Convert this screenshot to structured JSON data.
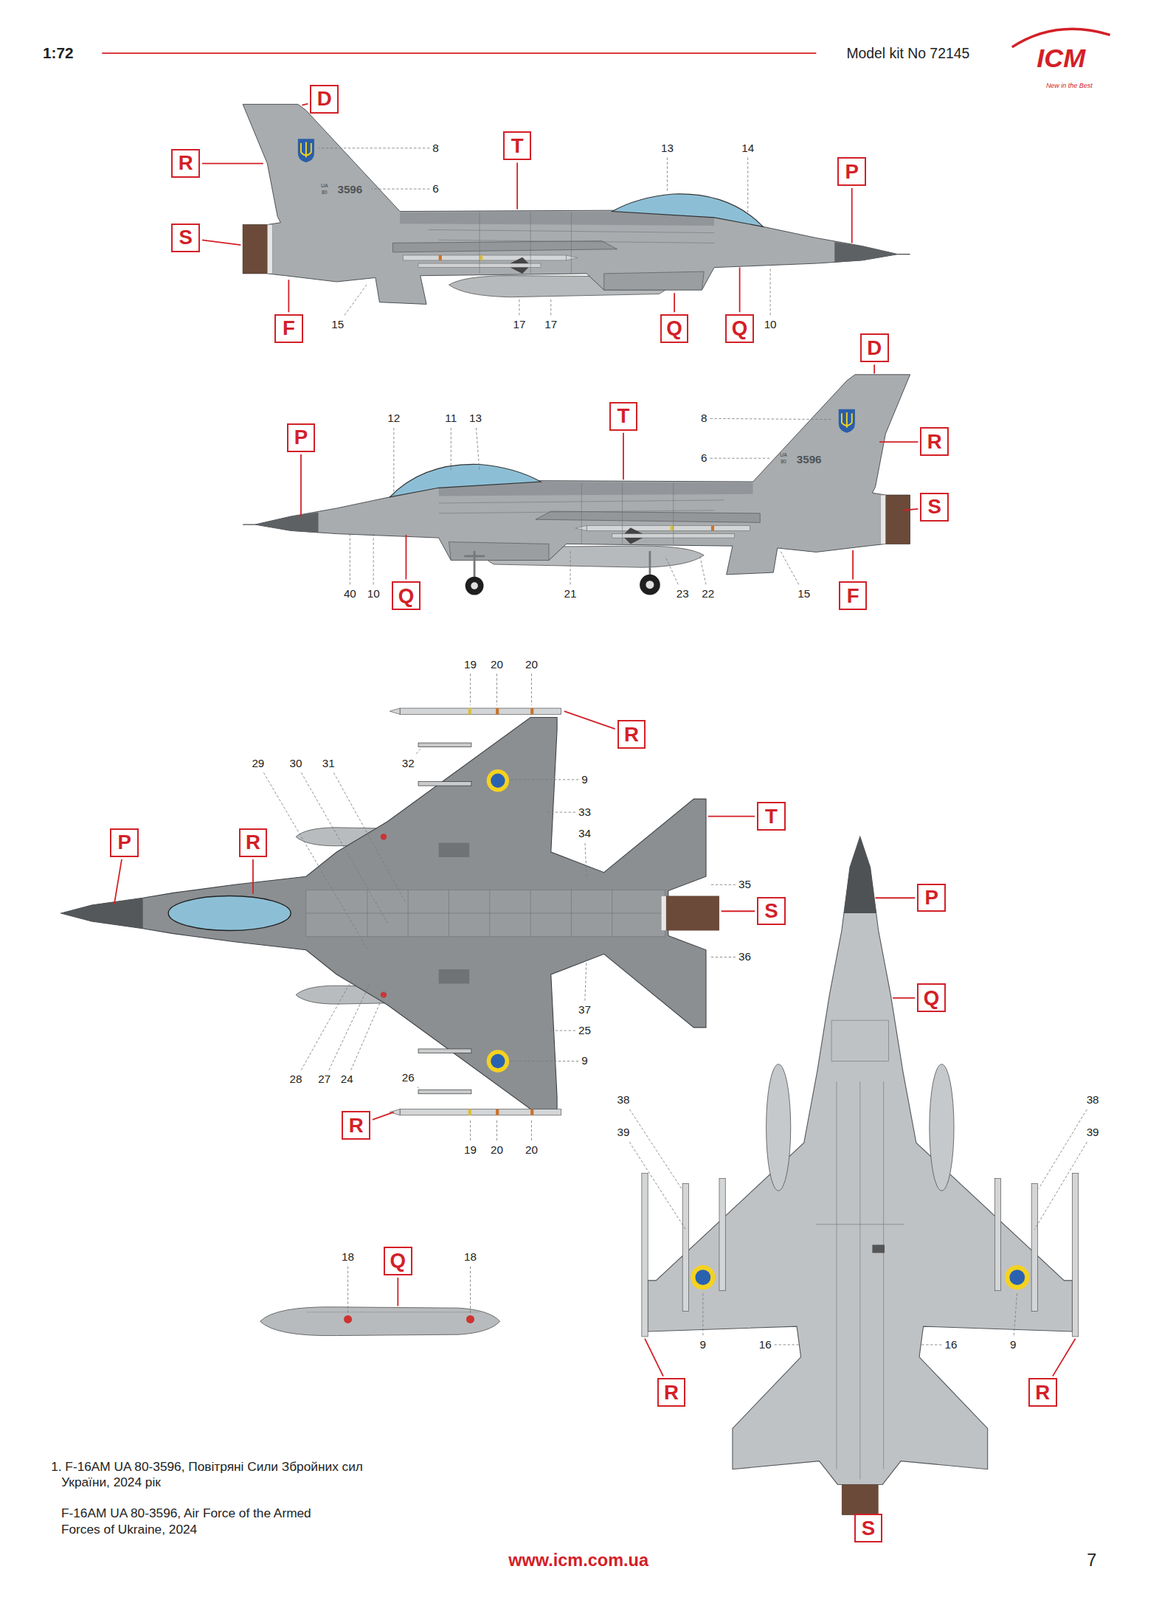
{
  "diagram": {
    "caption": "1. F-16AM UA 80-3596, Повітряні Сили Збройних сил України, 2024 рік",
    "nodes": [
      {
        "text": [
          "D"
        ]
      },
      {
        "text": [
          "R"
        ]
      },
      {
        "text": [
          "T"
        ]
      },
      {
        "text": [
          "P"
        ]
      },
      {
        "text": [
          "S"
        ]
      },
      {
        "text": [
          "F"
        ]
      },
      {
        "text": [
          "Q"
        ]
      },
      {
        "text": [
          "Q"
        ]
      },
      {
        "text": [
          "D"
        ]
      },
      {
        "text": [
          "P"
        ]
      },
      {
        "text": [
          "T"
        ]
      },
      {
        "text": [
          "R"
        ]
      },
      {
        "text": [
          "S"
        ]
      },
      {
        "text": [
          "F"
        ]
      },
      {
        "text": [
          "Q"
        ]
      },
      {
        "text": [
          "R"
        ]
      },
      {
        "text": [
          "P"
        ]
      },
      {
        "text": [
          "R"
        ]
      },
      {
        "text": [
          "T"
        ]
      },
      {
        "text": [
          "S"
        ]
      },
      {
        "text": [
          "R"
        ]
      },
      {
        "text": [
          "Q"
        ]
      },
      {
        "text": [
          "P"
        ]
      },
      {
        "text": [
          "Q"
        ]
      },
      {
        "text": [
          "R"
        ]
      },
      {
        "text": [
          "R"
        ]
      },
      {
        "text": [
          "S"
        ]
      }
    ],
    "labels": [
      "1:72",
      "Model kit No 72145",
      "ICM",
      "New in the Best",
      "UA",
      "80",
      "3596",
      "UA",
      "80",
      "3596",
      "8",
      "6",
      "13",
      "14",
      "15",
      "17",
      "17",
      "10",
      "12",
      "11",
      "13",
      "8",
      "6",
      "40",
      "10",
      "21",
      "23",
      "22",
      "15",
      "19",
      "20",
      "20",
      "29",
      "30",
      "31",
      "32",
      "9",
      "33",
      "34",
      "35",
      "36",
      "37",
      "25",
      "9",
      "28",
      "27",
      "24",
      "26",
      "19",
      "20",
      "20",
      "18",
      "18",
      "38",
      "39",
      "38",
      "39",
      "9",
      "16",
      "16",
      "9",
      "F-16AM UA 80-3596, Air Force of the Armed Forces of Ukraine, 2024",
      "www.icm.com.ua",
      "7"
    ]
  }
}
